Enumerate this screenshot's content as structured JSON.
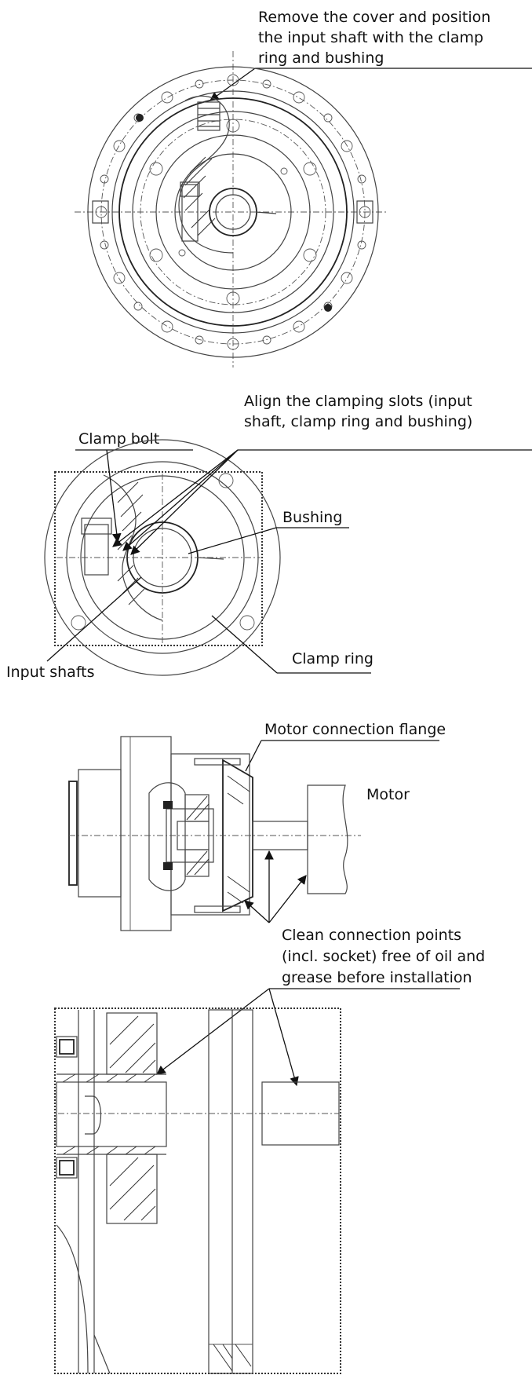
{
  "figure_1": {
    "callout": [
      "Remove the cover and position",
      "the input shaft with the clamp",
      "ring and bushing"
    ]
  },
  "figure_2": {
    "callout_align": [
      "Align the clamping slots (input",
      "shaft, clamp ring and bushing)"
    ],
    "clamp_bolt": "Clamp bolt",
    "bushing": "Bushing",
    "input_shafts": "Input shafts",
    "clamp_ring": "Clamp ring"
  },
  "figure_3": {
    "motor_flange": "Motor connection flange",
    "motor": "Motor",
    "clean_note": [
      "Clean connection points",
      "(incl. socket) free of oil and",
      "grease before installation"
    ]
  }
}
